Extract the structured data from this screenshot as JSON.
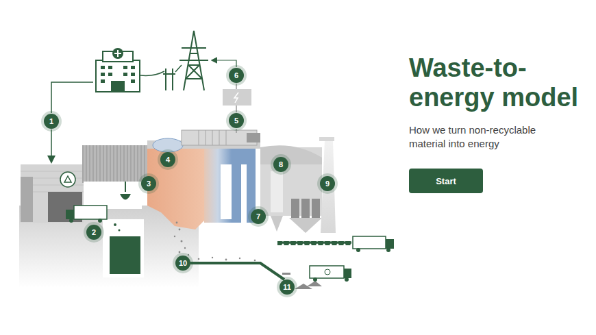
{
  "diagram": {
    "title": "Waste-to-energy model",
    "caption": "How we turn non-recyclable material into energy",
    "nodes": [
      {
        "text": [
          "1"
        ]
      },
      {
        "text": [
          "2"
        ]
      },
      {
        "text": [
          "3"
        ]
      },
      {
        "text": [
          "4"
        ]
      },
      {
        "text": [
          "5"
        ]
      },
      {
        "text": [
          "6"
        ]
      },
      {
        "text": [
          "7"
        ]
      },
      {
        "text": [
          "8"
        ]
      },
      {
        "text": [
          "9"
        ]
      },
      {
        "text": [
          "10"
        ]
      },
      {
        "text": [
          "11"
        ]
      },
      {
        "text": [
          "Start"
        ]
      }
    ]
  }
}
